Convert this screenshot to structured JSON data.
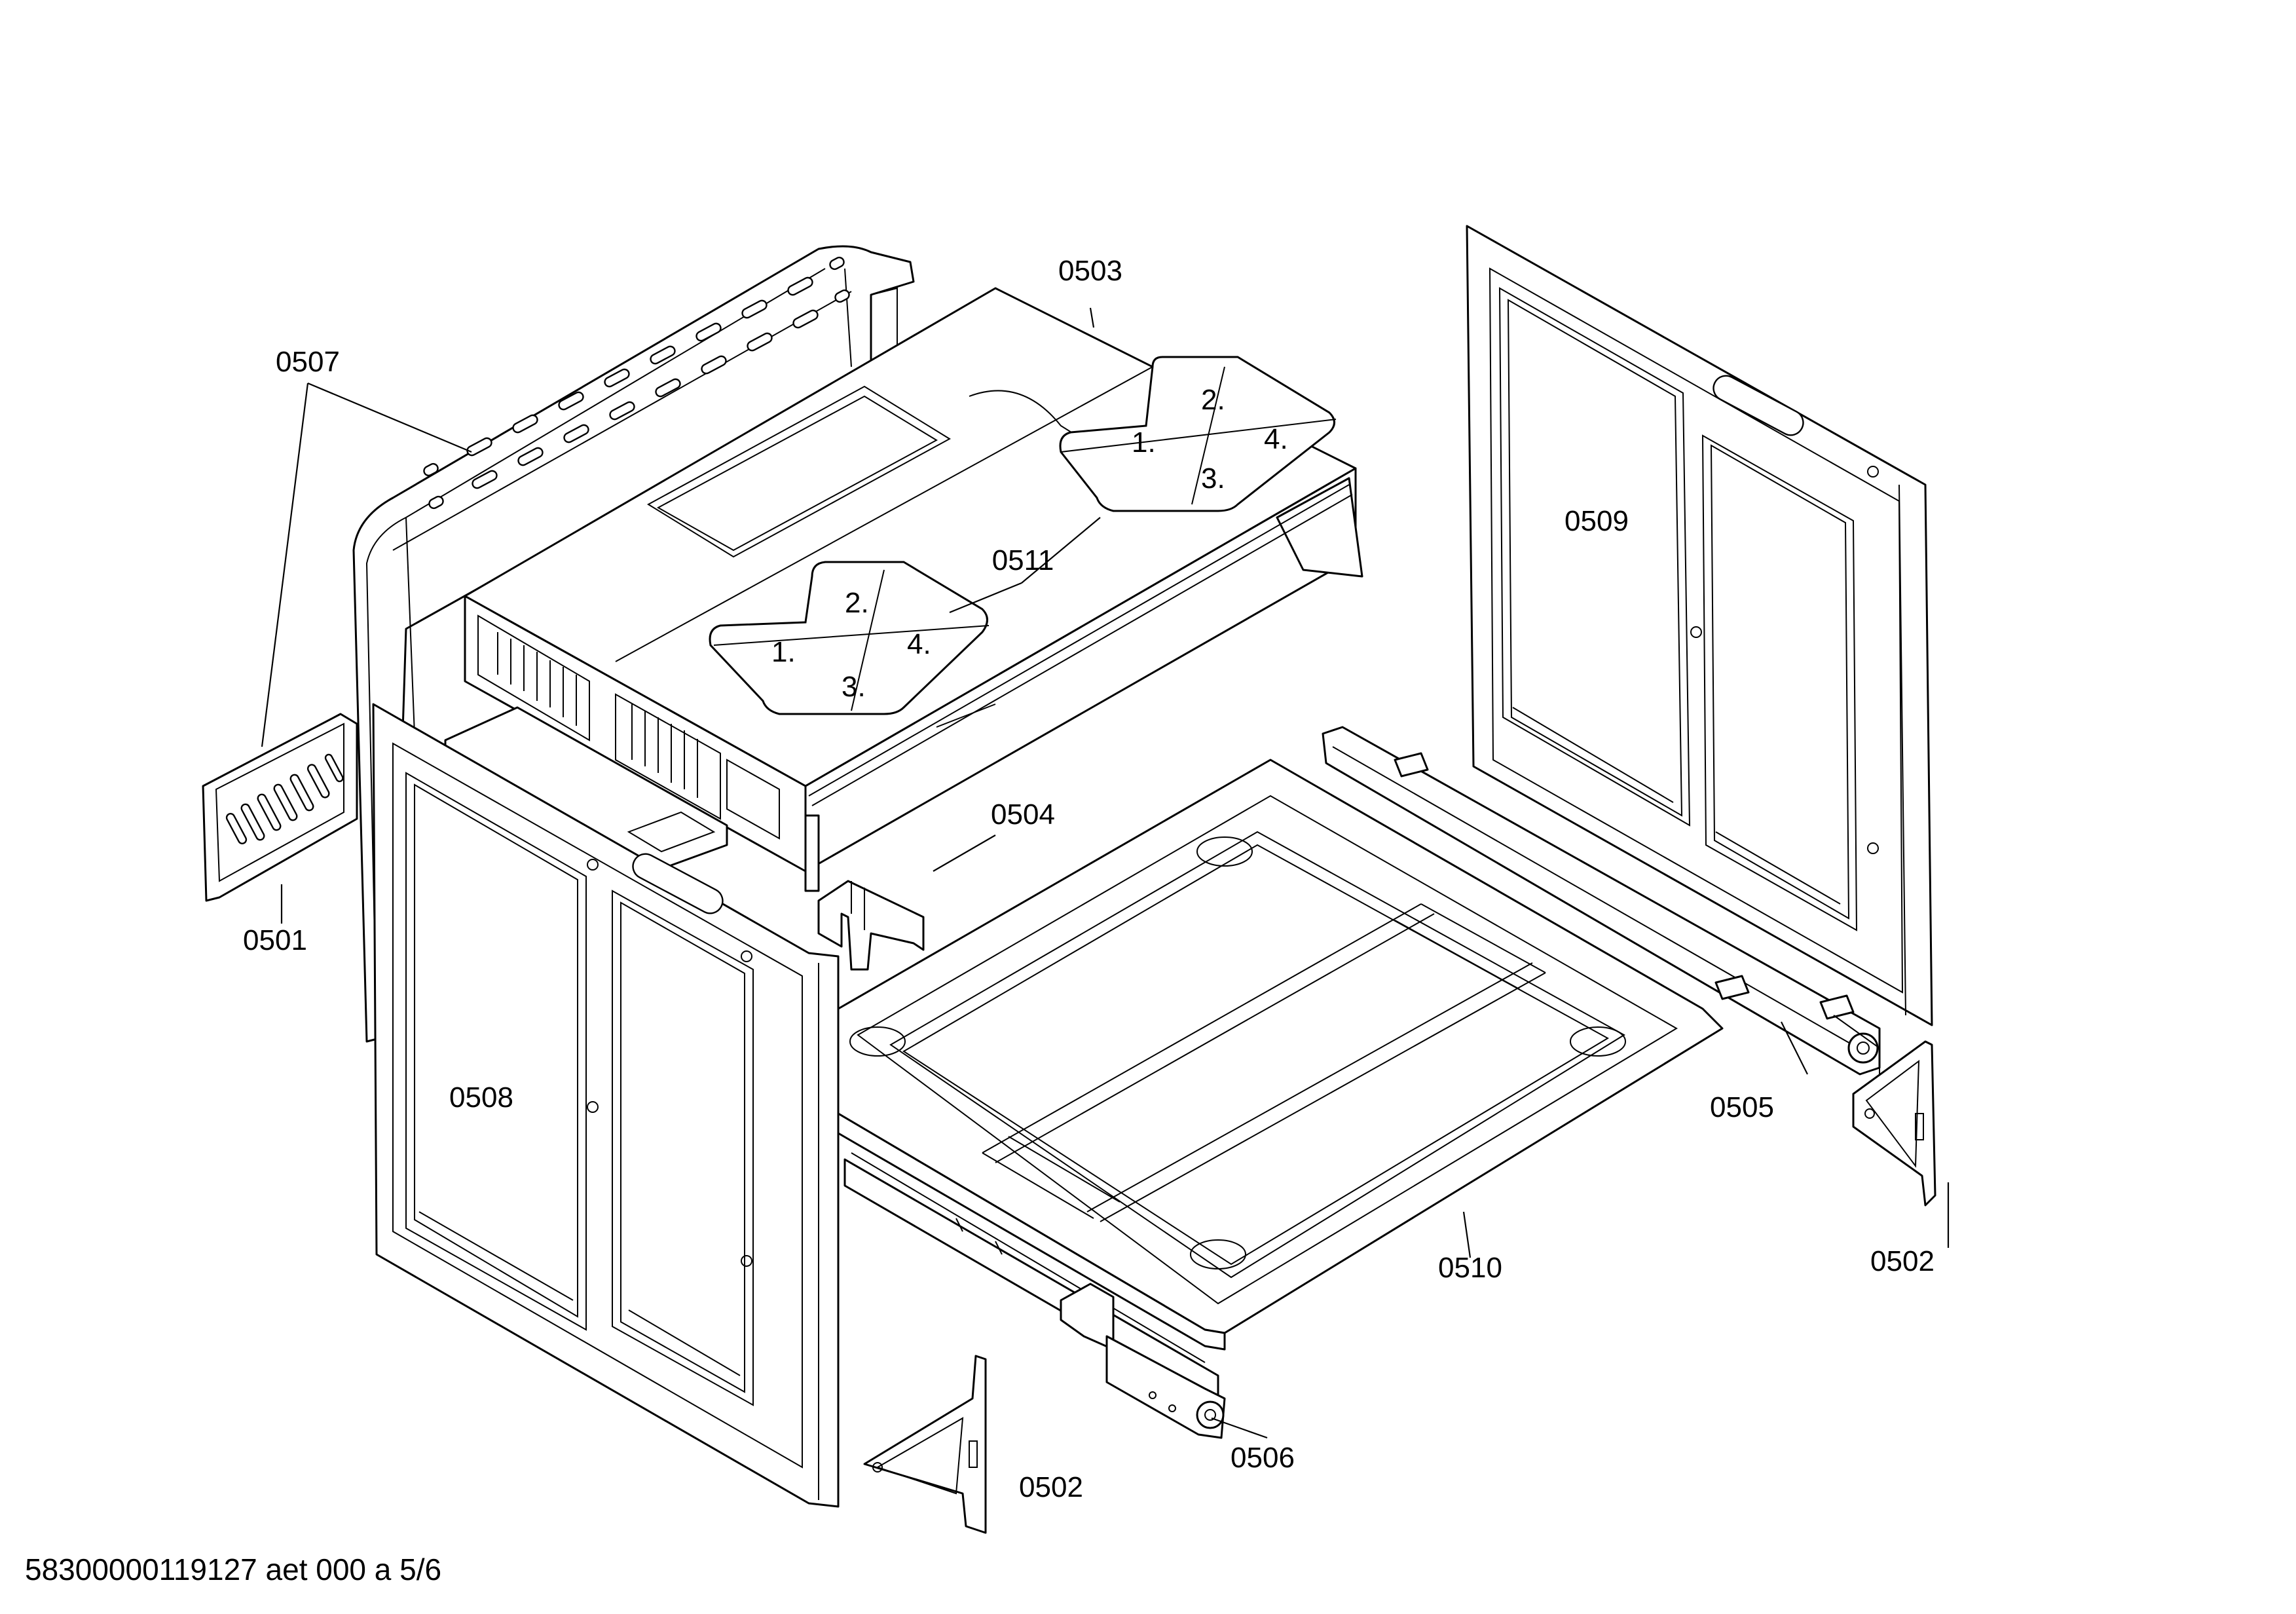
{
  "diagram": {
    "part_labels": {
      "p0501": "0501",
      "p0502a": "0502",
      "p0502b": "0502",
      "p0503": "0503",
      "p0504": "0504",
      "p0505": "0505",
      "p0506": "0506",
      "p0507": "0507",
      "p0508": "0508",
      "p0509": "0509",
      "p0510": "0510",
      "p0511": "0511"
    },
    "label_steps": {
      "upper": [
        "1.",
        "2.",
        "3.",
        "4."
      ],
      "lower": [
        "1.",
        "2.",
        "3.",
        "4."
      ]
    },
    "footer": "58300000119127 aet 000 a 5/6"
  }
}
